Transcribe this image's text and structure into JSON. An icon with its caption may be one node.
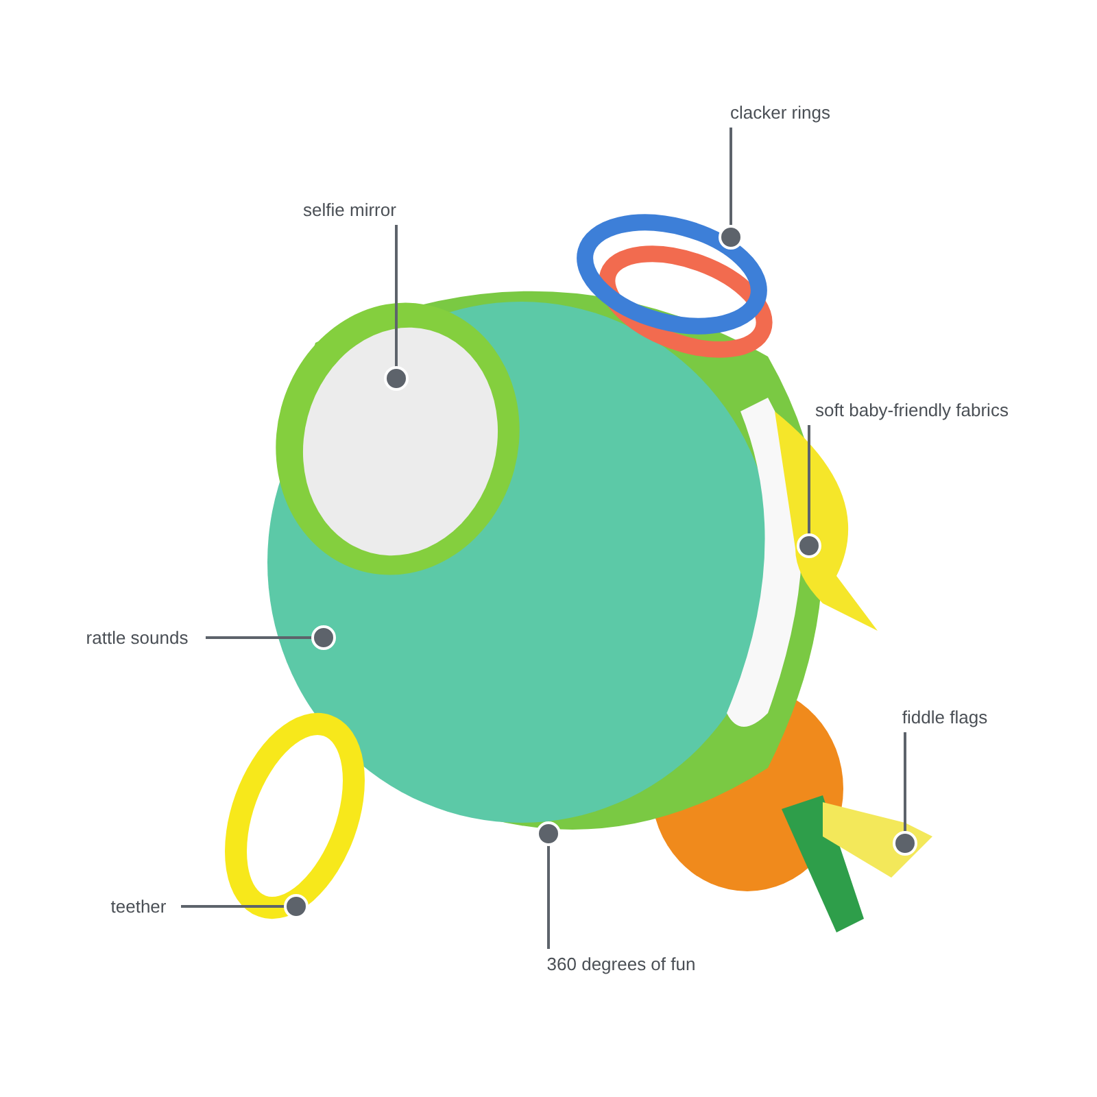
{
  "diagram": {
    "nodes": [
      {
        "text": [
          "clacker rings"
        ]
      },
      {
        "text": [
          "selfie mirror"
        ]
      },
      {
        "text": [
          "soft baby-friendly fabrics"
        ]
      },
      {
        "text": [
          "rattle sounds"
        ]
      },
      {
        "text": [
          "fiddle flags"
        ]
      },
      {
        "text": [
          "teether"
        ]
      },
      {
        "text": [
          "360 degrees of fun"
        ]
      }
    ],
    "edges": [
      {
        "from": 0,
        "to": null,
        "arrow": "other"
      },
      {
        "from": 1,
        "to": null,
        "arrow": "other"
      },
      {
        "from": 2,
        "to": null,
        "arrow": "other"
      },
      {
        "from": 3,
        "to": null,
        "arrow": "other"
      },
      {
        "from": 4,
        "to": null,
        "arrow": "other"
      },
      {
        "from": 5,
        "to": null,
        "arrow": "other"
      },
      {
        "from": 6,
        "to": null,
        "arrow": "other"
      }
    ]
  }
}
